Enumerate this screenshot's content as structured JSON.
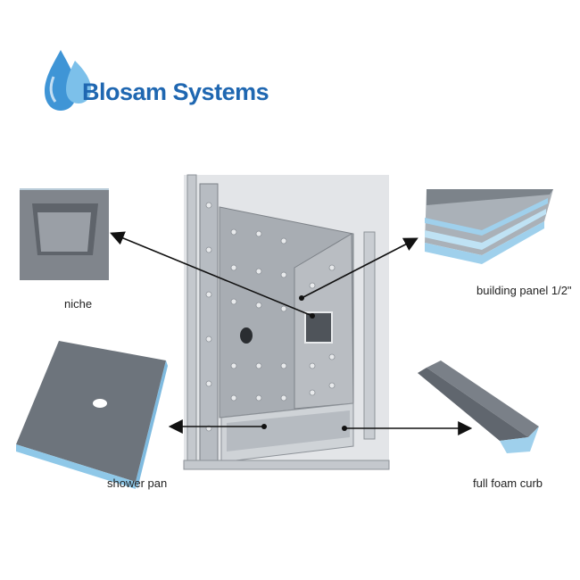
{
  "brand": {
    "name": "Blosam Systems",
    "color": "#1f67b1",
    "drop_color": "#4ea3dd"
  },
  "labels": {
    "niche": "niche",
    "building_panel": "building panel 1/2\"",
    "shower_pan": "shower pan",
    "foam_curb": "full foam curb"
  },
  "colors": {
    "board_grey": "#8a8f96",
    "board_edge_blue": "#9fd0ec",
    "arrow": "#111111"
  }
}
